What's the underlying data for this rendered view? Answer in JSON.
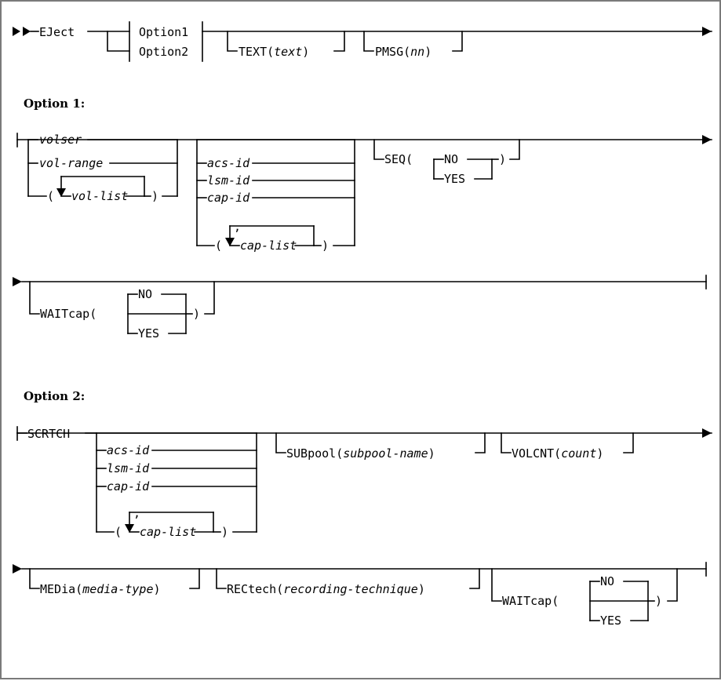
{
  "diagram": {
    "type": "railroad-syntax-diagram",
    "command": "EJect",
    "stroke_color": "#000000",
    "background": "#ffffff",
    "border_color": "#7a7a7a",
    "section_labels": {
      "option1": "Option 1:",
      "option2": "Option 2:"
    },
    "main_line": {
      "start_marker": "►►",
      "end_marker": "►",
      "keyword": "EJect",
      "fragment_refs": [
        "Option1",
        "Option2"
      ],
      "optional_params": [
        {
          "label_prefix": "TEXT(",
          "label_var": "text",
          "label_suffix": ")"
        },
        {
          "label_prefix": "PMSG(",
          "label_var": "nn",
          "label_suffix": ")"
        }
      ]
    },
    "option1": {
      "row1": {
        "start_marker": "├",
        "end_marker": "►",
        "group_a": [
          "volser",
          "vol-range"
        ],
        "group_a_list": {
          "open": "(",
          "item": "vol-list",
          "close": ")",
          "separator": ""
        },
        "group_b": [
          "acs-id",
          "lsm-id",
          "cap-id"
        ],
        "group_b_list": {
          "open": "(",
          "item": "cap-list",
          "close": ")",
          "separator": ","
        },
        "seq": {
          "prefix": "SEQ(",
          "suffix": ")",
          "choices": [
            "NO",
            "YES"
          ],
          "default": "NO"
        }
      },
      "row2": {
        "start_marker": "►",
        "end_marker": "┤",
        "waitcap": {
          "prefix": "WAITcap(",
          "suffix": ")",
          "choices": [
            "NO",
            "YES"
          ],
          "default": "NO"
        }
      }
    },
    "option2": {
      "row1": {
        "start_marker": "├",
        "end_marker": "►",
        "keyword": "SCRTCH",
        "group_b": [
          "acs-id",
          "lsm-id",
          "cap-id"
        ],
        "group_b_list": {
          "open": "(",
          "item": "cap-list",
          "close": ")",
          "separator": ","
        },
        "optional_params": [
          {
            "label_prefix": "SUBpool(",
            "label_var": "subpool-name",
            "label_suffix": ")"
          },
          {
            "label_prefix": "VOLCNT(",
            "label_var": "count",
            "label_suffix": ")"
          }
        ]
      },
      "row2": {
        "start_marker": "►",
        "end_marker": "┤",
        "optional_params": [
          {
            "label_prefix": "MEDia(",
            "label_var": "media-type",
            "label_suffix": ")"
          },
          {
            "label_prefix": "RECtech(",
            "label_var": "recording-technique",
            "label_suffix": ")"
          }
        ],
        "waitcap": {
          "prefix": "WAITcap(",
          "suffix": ")",
          "choices": [
            "NO",
            "YES"
          ],
          "default": "NO"
        }
      }
    },
    "text": {
      "eject": "EJect",
      "option1_ref": "Option1",
      "option2_ref": "Option2",
      "text_kw": "TEXT(",
      "text_var": "text",
      "paren_close": ")",
      "pmsg_kw": "PMSG(",
      "pmsg_var": "nn",
      "opt1_heading": "Option 1:",
      "opt2_heading": "Option 2:",
      "volser": "volser",
      "vol_range": "vol-range",
      "paren_open": "(",
      "vol_list": "vol-list",
      "acs_id": "acs-id",
      "lsm_id": "lsm-id",
      "cap_id": "cap-id",
      "cap_list": "cap-list",
      "comma": ",",
      "seq_kw": "SEQ(",
      "no": "NO",
      "yes": "YES",
      "waitcap_kw": "WAITcap(",
      "scrtch": "SCRTCH",
      "subpool_kw": "SUBpool(",
      "subpool_var": "subpool-name",
      "volcnt_kw": "VOLCNT(",
      "volcnt_var": "count",
      "media_kw": "MEDia(",
      "media_var": "media-type",
      "rectech_kw": "RECtech(",
      "rectech_var": "recording-technique"
    }
  }
}
